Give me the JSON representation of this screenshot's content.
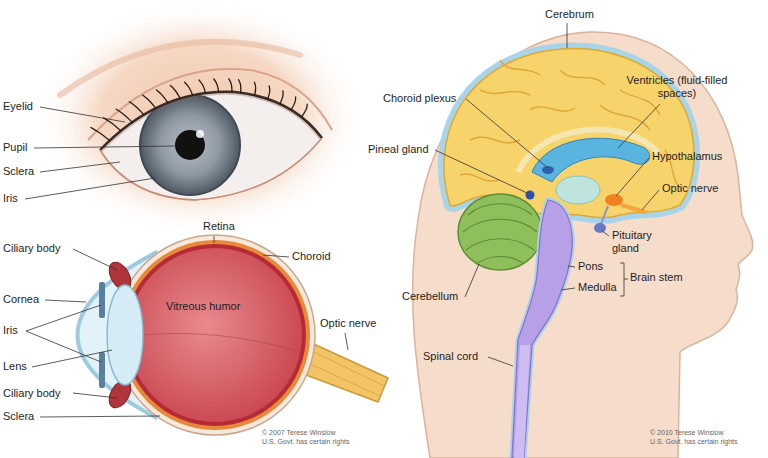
{
  "diagram": {
    "labels": [
      "Eyelid",
      "Pupil",
      "Sclera",
      "Iris",
      "Retina",
      "Ciliary body",
      "Choroid",
      "Cornea",
      "Vitreous humor",
      "Iris",
      "Optic nerve",
      "Lens",
      "Ciliary body",
      "Sclera",
      "© 2007 Terese Winslow",
      "U.S. Govt. has certain rights",
      "Cerebrum",
      "Choroid plexus",
      "Ventricles (fluid-filled spaces)",
      "Pineal gland",
      "Hypothalamus",
      "Optic nerve",
      "Pituitary gland",
      "Pons",
      "Brain stem",
      "Medulla",
      "Cerebellum",
      "Spinal cord",
      "© 2010 Terese Winslow",
      "U.S. Govt. has certain rights"
    ]
  }
}
